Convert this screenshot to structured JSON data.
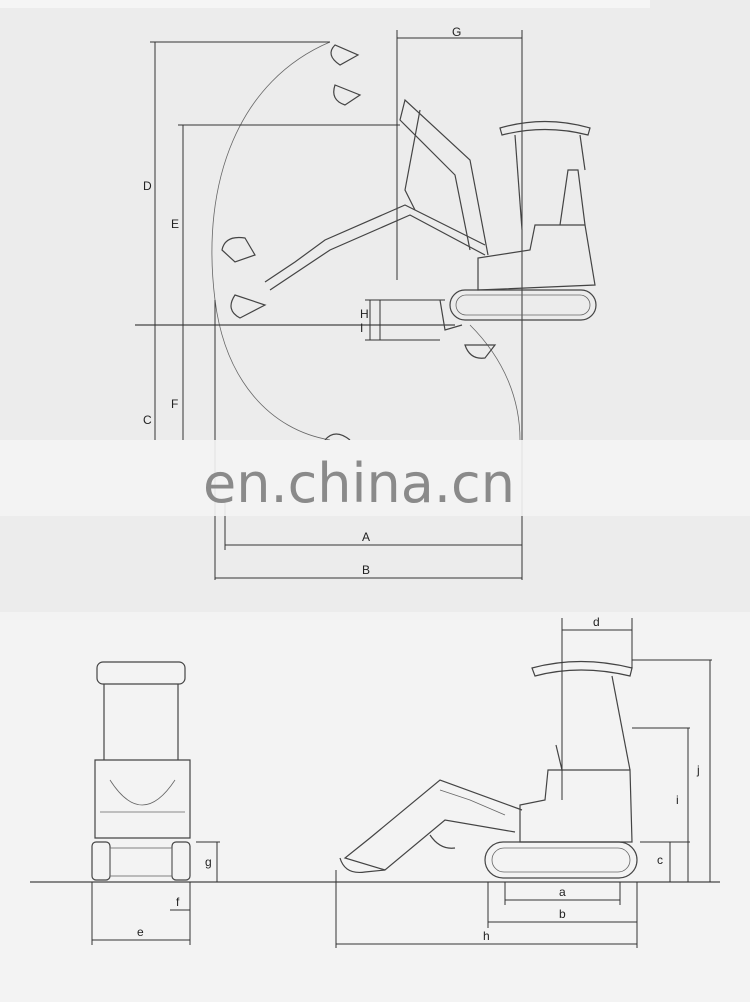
{
  "watermark": "en.china.cn",
  "side_view_labels": {
    "A": "A",
    "B": "B",
    "C": "C",
    "D": "D",
    "E": "E",
    "F": "F",
    "G": "G",
    "H": "H",
    "I": "I"
  },
  "front_view_labels": {
    "e": "e",
    "f": "f",
    "g": "g"
  },
  "side_dim_labels": {
    "a": "a",
    "b": "b",
    "c": "c",
    "d": "d",
    "h": "h",
    "i": "i",
    "j": "j"
  }
}
